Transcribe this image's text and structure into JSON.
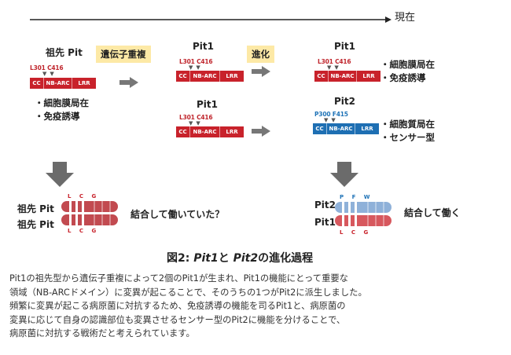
{
  "timeline": {
    "present_label": "現在"
  },
  "ancestor": {
    "name": "祖先 Pit",
    "mutations": [
      {
        "label": "L301",
        "color": "red"
      },
      {
        "label": "C416",
        "color": "red"
      }
    ],
    "domains": [
      "CC",
      "NB-ARC",
      "LRR"
    ],
    "features": [
      "・細胞膜局在",
      "・免疫誘導"
    ]
  },
  "stages": {
    "duplication_label": "遺伝子重複",
    "evolution_label": "進化"
  },
  "pit1_dup": {
    "name": "Pit1",
    "mutations": [
      {
        "label": "L301",
        "color": "red"
      },
      {
        "label": "C416",
        "color": "red"
      }
    ],
    "domains": [
      "CC",
      "NB-ARC",
      "LRR"
    ]
  },
  "pit1_dup2": {
    "name": "Pit1",
    "mutations": [
      {
        "label": "L301",
        "color": "red"
      },
      {
        "label": "C416",
        "color": "red"
      }
    ],
    "domains": [
      "CC",
      "NB-ARC",
      "LRR"
    ]
  },
  "pit1_evo": {
    "name": "Pit1",
    "mutations": [
      {
        "label": "L301",
        "color": "red"
      },
      {
        "label": "C416",
        "color": "red"
      }
    ],
    "domains": [
      "CC",
      "NB-ARC",
      "LRR"
    ],
    "features": [
      "・細胞膜局在",
      "・免疫誘導"
    ]
  },
  "pit2_evo": {
    "name": "Pit2",
    "mutations": [
      {
        "label": "P300",
        "color": "blue"
      },
      {
        "label": "F415",
        "color": "blue"
      }
    ],
    "domains": [
      "CC",
      "NB-ARC",
      "LRR"
    ],
    "features": [
      "・細胞質局在",
      "・センサー型"
    ]
  },
  "bottom_left": {
    "top_name": "祖先 Pit",
    "bottom_name": "祖先 Pit",
    "top_letters": "L C G",
    "bottom_letters": "L C G",
    "question": "結合して働いていた？"
  },
  "bottom_right": {
    "top_name": "Pit2",
    "bottom_name": "Pit1",
    "top_letters": "P F W",
    "bottom_letters": "L C G",
    "statement": "結合して働く"
  },
  "figure_caption": {
    "prefix": "図2: ",
    "gene1": "Pit1",
    "mid": "と ",
    "gene2": "Pit2",
    "suffix": "の進化過程"
  },
  "description_lines": [
    "Pit1の祖先型から遺伝子重複によって2個のPit1が生まれ、Pit1の機能にとって重要な",
    "領域（NB-ARCドメイン）に変異が起こることで、そのうちの1つがPit2に派生しました。",
    "頻繁に変異が起こる病原菌に対抗するため、免疫誘導の機能を司るPit1と、病原菌の",
    "変異に応じて自身の認識部位も変異させるセンサー型のPit2に機能を分けることで、",
    "病原菌に対抗する戦術だと考えられています。"
  ],
  "colors": {
    "red": "#c8222b",
    "blue": "#1e6fb3",
    "light_red": "#d7585e",
    "light_blue": "#8fb1d9",
    "tag_bg": "#fde9a6",
    "arrow_gray": "#777777"
  }
}
